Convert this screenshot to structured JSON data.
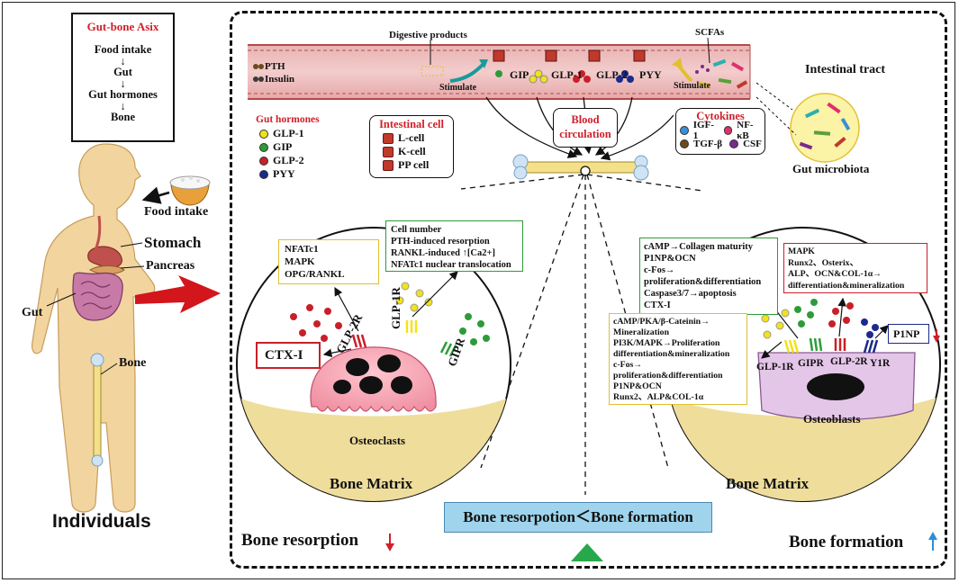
{
  "gut_bone_axis": {
    "title": "Gut-bone Asix",
    "steps": [
      "Food intake",
      "Gut",
      "Gut hormones",
      "Bone"
    ]
  },
  "body_labels": {
    "food_intake": "Food intake",
    "stomach": "Stomach",
    "pancreas": "Pancreas",
    "gut": "Gut",
    "bone": "Bone",
    "individuals": "Individuals"
  },
  "gut_hormones": {
    "title": "Gut hormones",
    "items": [
      {
        "label": "GLP-1",
        "color": "#f2e21b"
      },
      {
        "label": "GIP",
        "color": "#2e9b3a"
      },
      {
        "label": "GLP-2",
        "color": "#c8202a"
      },
      {
        "label": "PYY",
        "color": "#1b2a8c"
      }
    ]
  },
  "intestinal_cell": {
    "title": "Intestinal cell",
    "items": [
      "L-cell",
      "K-cell",
      "PP cell"
    ]
  },
  "blood_circulation": "Blood\ncirculation",
  "cytokines": {
    "title": "Cytokines",
    "items": [
      {
        "label": "IGF-1",
        "color": "#3a8fd6"
      },
      {
        "label": "NF-κB",
        "color": "#e0306b"
      },
      {
        "label": "TGF-β",
        "color": "#6b4a1f"
      },
      {
        "label": "CSF",
        "color": "#7a2a8c"
      }
    ]
  },
  "intestine": {
    "digestive_products": "Digestive products",
    "scfas": "SCFAs",
    "pth": "PTH",
    "insulin": "Insulin",
    "stimulate_left": "Stimulate",
    "stimulate_right": "Stimulate",
    "hormones": [
      "GIP",
      "GLP-1",
      "GLP-2",
      "PYY"
    ],
    "intestinal_tract": "Intestinal tract",
    "gut_microbiota": "Gut microbiota"
  },
  "osteoclast_panel": {
    "box_nfatc1": [
      "NFATc1",
      "MAPK",
      "OPG/RANKL"
    ],
    "box_cell": [
      "Cell number",
      "PTH-induced resorption",
      "RANKL-induced ↑[Ca2+]",
      "NFATc1 nuclear translocation"
    ],
    "ctx": "CTX-I",
    "receptors": [
      "GLP-2R",
      "GLP-1R",
      "GIPR"
    ],
    "cell_label": "Osteoclasts",
    "matrix_label": "Bone Matrix"
  },
  "osteoblast_panel": {
    "box_green": [
      "cAMP→Collagen maturity",
      "P1NP&OCN",
      "c-Fos→",
      "proliferation&differentiation",
      "Caspase3/7→apoptosis",
      "CTX-I"
    ],
    "box_red": [
      "MAPK",
      "Runx2、Osterix、",
      "ALP、OCN&COL-1α→",
      "differentiation&mineralization"
    ],
    "p1np": "P1NP",
    "box_yellow": [
      "cAMP/PKA/β-Cateinin→",
      "Mineralization",
      "PI3K/MAPK→Proliferation",
      "differentiation&mineralization",
      "c-Fos→",
      "proliferation&differentiation",
      "P1NP&OCN",
      "Runx2、ALP&COL-1α"
    ],
    "receptors": [
      "GLP-1R",
      "GIPR",
      "GLP-2R",
      "Y1R"
    ],
    "cell_label": "Osteoblasts",
    "matrix_label": "Bone Matrix"
  },
  "bottom": {
    "balance": "Bone resorpotion＜Bone formation",
    "resorption": "Bone resorption",
    "formation": "Bone formation"
  }
}
